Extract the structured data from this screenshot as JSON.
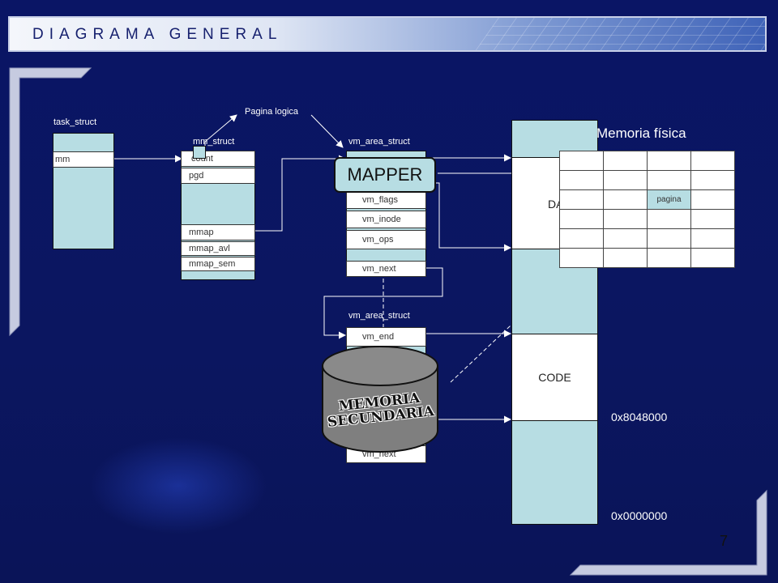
{
  "header": {
    "title": "DIAGRAMA GENERAL"
  },
  "task_struct": {
    "label": "task_struct",
    "fields": [
      "mm"
    ]
  },
  "mm_struct": {
    "label": "mm_struct",
    "fields": [
      "count",
      "pgd",
      "mmap",
      "mmap_avl",
      "mmap_sem"
    ]
  },
  "pagina_logica": "Pagina logica",
  "vma1": {
    "label": "vm_area_struct",
    "fields": [
      "vm_flags",
      "vm_inode",
      "vm_ops",
      "vm_next"
    ]
  },
  "vma2": {
    "label": "vm_area_struct",
    "fields": [
      "vm_end",
      "vm_next"
    ]
  },
  "mapper": "MAPPER",
  "secondary_memory": "MEMORIA SECUNDARIA",
  "memory_map": {
    "data_label": "DAT",
    "code_label": "CODE",
    "addr_high": "0x8048000",
    "addr_low": "0x0000000"
  },
  "physical_memory": {
    "title": "Memoria física",
    "page_label": "pagina"
  },
  "slide_number": "7",
  "colors": {
    "background": "#0b1466",
    "box_fill": "#b7dde3",
    "cell_fill": "#ffffff",
    "arrow": "#ffffff"
  }
}
